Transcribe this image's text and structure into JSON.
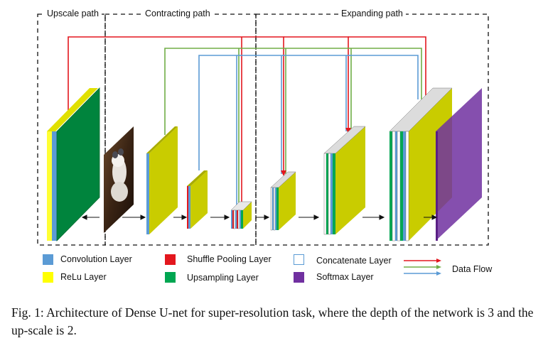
{
  "sections": {
    "upscale": "Upscale path",
    "contracting": "Contracting path",
    "expanding": "Expanding path"
  },
  "legend": {
    "convolution": "Convolution Layer",
    "relu": "ReLu Layer",
    "shuffle_pooling": "Shuffle Pooling Layer",
    "upsampling": "Upsampling Layer",
    "concatenate": "Concatenate Layer",
    "softmax": "Softmax Layer",
    "data_flow": "Data Flow"
  },
  "colors": {
    "convolution": "#5b9bd5",
    "relu": "#c9cc00",
    "relu_legend": "#ffff00",
    "shuffle_pooling": "#e3171e",
    "upsampling": "#00a651",
    "upsampling_block": "#00843d",
    "concatenate": "#ffffff",
    "softmax": "#7030a0",
    "flow_red": "#e3171e",
    "flow_green": "#70ad47",
    "flow_blue": "#5b9bd5"
  },
  "input_image": "cat-photo",
  "caption": "Fig. 1: Architecture of Dense U-net for super-resolution task, where the depth of the network is 3 and the up-scale is 2."
}
